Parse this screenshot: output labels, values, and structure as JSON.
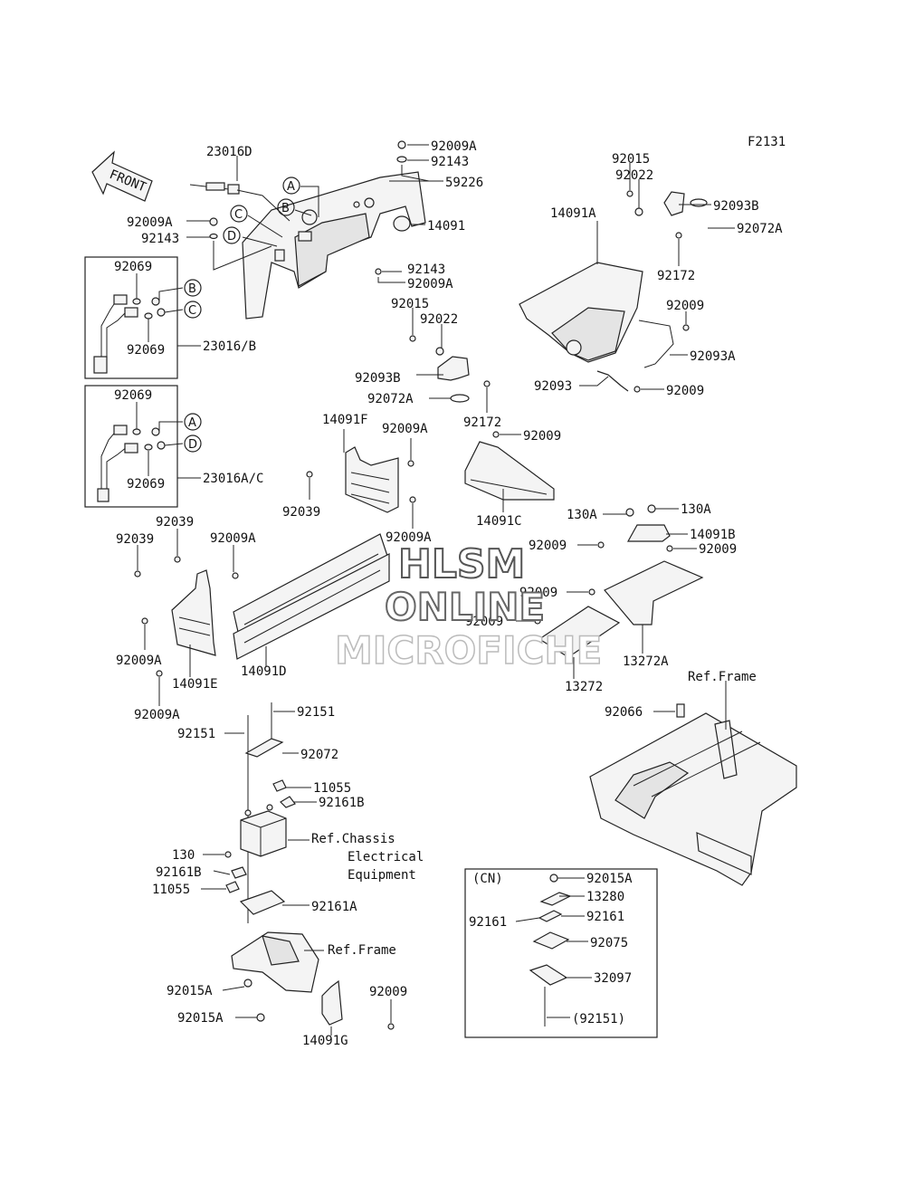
{
  "figure_code": "F2131",
  "front_arrow": "FRONT",
  "watermark": [
    "HLSM",
    "ONLINE",
    "MICROFICHE"
  ],
  "callouts": [
    "A",
    "B",
    "C",
    "D"
  ],
  "labels": {
    "l23016D": "23016D",
    "l92009A_top": "92009A",
    "l92143_top": "92143",
    "l59226": "59226",
    "l92009A_left": "92009A",
    "l92143_left": "92143",
    "l14091": "14091",
    "l92143_mid": "92143",
    "l92009A_mid": "92009A",
    "l92069_b1": "92069",
    "l92069_b2": "92069",
    "l23016B": "23016/B",
    "l92069_c1": "92069",
    "l92069_c2": "92069",
    "l23016AC": "23016A/C",
    "l92015_mid": "92015",
    "l92022_mid": "92022",
    "l92093B_mid": "92093B",
    "l92072A_mid": "92072A",
    "l92172_mid": "92172",
    "l92015_r": "92015",
    "l92022_r": "92022",
    "l92093B_r": "92093B",
    "l92072A_r": "92072A",
    "l14091A": "14091A",
    "l92172_r": "92172",
    "l92009_r1": "92009",
    "l92093A": "92093A",
    "l92093": "92093",
    "l92009_r2": "92009",
    "l14091F": "14091F",
    "l92009A_f": "92009A",
    "l92039_a": "92039",
    "l92009A_f2": "92009A",
    "l92009_c": "92009",
    "l14091C": "14091C",
    "l130A_1": "130A",
    "l130A_2": "130A",
    "l14091B": "14091B",
    "l92009_b1": "92009",
    "l92009_b2": "92009",
    "l92009_b3": "92009",
    "l92009_b4": "92009",
    "l13272A": "13272A",
    "l13272": "13272",
    "l92039_b": "92039",
    "l92039_c": "92039",
    "l92009A_d": "92009A",
    "l92009A_e1": "92009A",
    "l14091D": "14091D",
    "l14091E": "14091E",
    "l92009A_e2": "92009A",
    "l92151_a": "92151",
    "l92151_b": "92151",
    "l92072": "92072",
    "l11055_a": "11055",
    "l92161B_a": "92161B",
    "ref_chassis_1": "Ref.Chassis",
    "ref_chassis_2": "Electrical",
    "ref_chassis_3": "Equipment",
    "l130": "130",
    "l92161B_b": "92161B",
    "l11055_b": "11055",
    "l92161A": "92161A",
    "ref_frame_1": "Ref.Frame",
    "l92015A_a": "92015A",
    "l92015A_b": "92015A",
    "l92009_g": "92009",
    "l14091G": "14091G",
    "ref_frame_2": "Ref.Frame",
    "l92066": "92066",
    "cn_title": "(CN)",
    "cn_92015A": "92015A",
    "cn_13280": "13280",
    "cn_92161_l": "92161",
    "cn_92161_r": "92161",
    "cn_92075": "92075",
    "cn_32097": "32097",
    "cn_92151": "(92151)"
  }
}
